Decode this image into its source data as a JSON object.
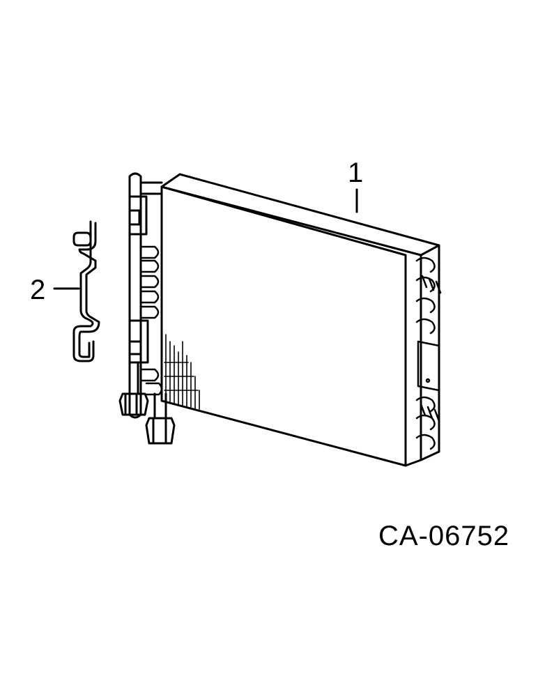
{
  "diagram": {
    "callouts": [
      {
        "label": "1"
      },
      {
        "label": "2"
      }
    ],
    "figure_code": "CA-06752",
    "line_color": "#000000",
    "background": "#ffffff"
  }
}
